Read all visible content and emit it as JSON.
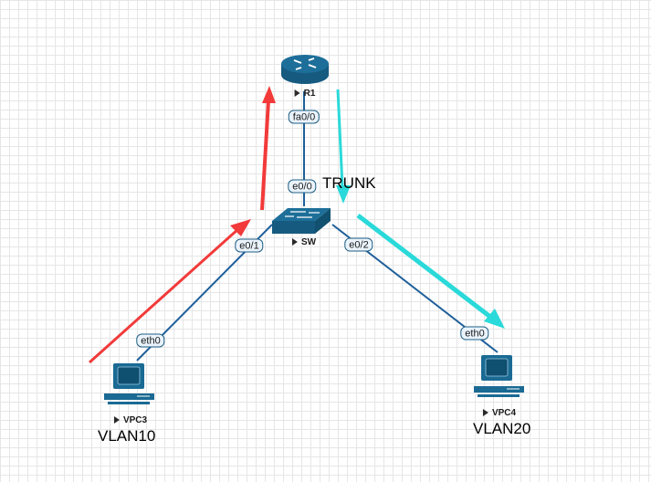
{
  "nodes": {
    "router": {
      "name": "R1",
      "icon": "router-icon"
    },
    "switch": {
      "name": "SW",
      "icon": "switch-icon"
    },
    "pc_left": {
      "name": "VPC3",
      "icon": "pc-icon",
      "vlan": "VLAN10"
    },
    "pc_right": {
      "name": "VPC4",
      "icon": "pc-icon",
      "vlan": "VLAN20"
    }
  },
  "interfaces": {
    "r1_sw": {
      "router_side": "fa0/0",
      "switch_side": "e0/0"
    },
    "sw_vpc3": {
      "switch_side": "e0/1",
      "pc_side": "eth0"
    },
    "sw_vpc4": {
      "switch_side": "e0/2",
      "pc_side": "eth0"
    }
  },
  "annotations": {
    "trunk_label": "TRUNK",
    "arrow_left_color": "#f23a3a",
    "arrow_right_color": "#2ad9d9"
  },
  "colors": {
    "device": "#1a6a93",
    "link": "#1f5f9a"
  }
}
